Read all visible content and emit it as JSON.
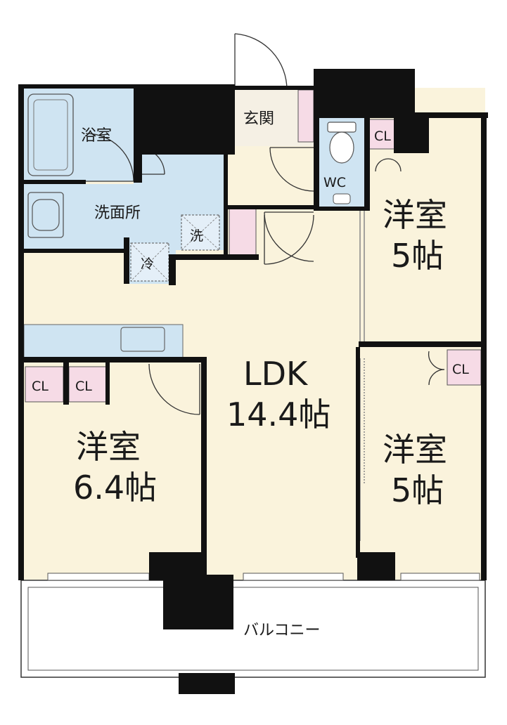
{
  "rooms": {
    "ldk": {
      "name": "LDK",
      "size": "14.4帖",
      "fill": "#faf3dc"
    },
    "western_ne": {
      "name": "洋室",
      "size": "5帖"
    },
    "western_se": {
      "name": "洋室",
      "size": "5帖"
    },
    "western_w": {
      "name": "洋室",
      "size": "6.4帖"
    },
    "bath": {
      "name": "浴室"
    },
    "washroom": {
      "name": "洗面所"
    },
    "entrance": {
      "name": "玄関"
    },
    "toilet": {
      "name": "WC"
    },
    "balcony": {
      "name": "バルコニー"
    }
  },
  "fixtures": {
    "closet": "CL",
    "washer": "洗",
    "fridge": "冷"
  },
  "colors": {
    "wall": "#111111",
    "floor": "#faf3dc",
    "wet_area": "#cfe4f2",
    "closet": "#f6dbe6",
    "entrance_floor": "#f5f0e4"
  }
}
